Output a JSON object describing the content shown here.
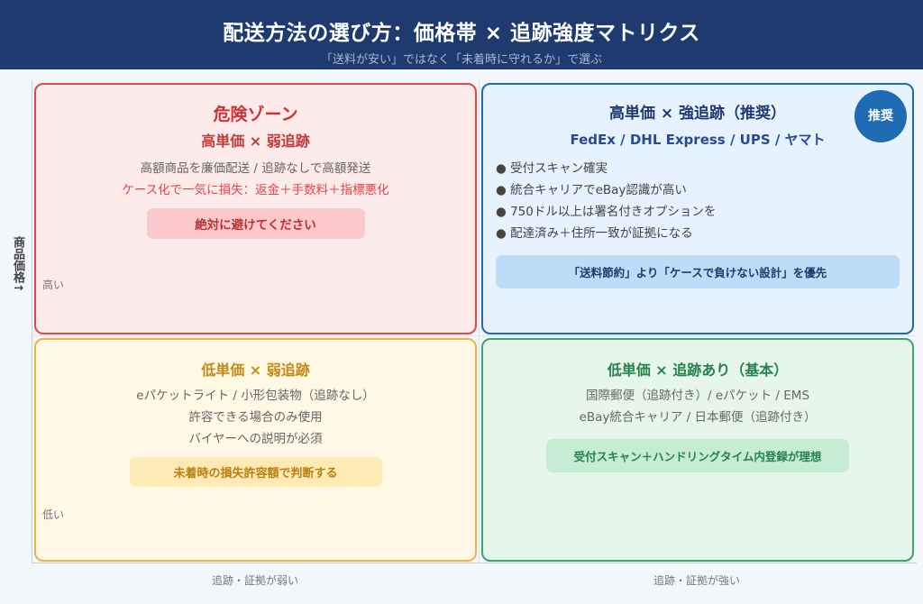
{
  "header": {
    "title": "配送方法の選び方：価格帯 × 追跡強度マトリクス",
    "subtitle": "「送料が安い」ではなく「未着時に守れるか」で選ぶ"
  },
  "axes": {
    "y_label": "商品価格↑",
    "high": "高い",
    "low": "低い",
    "x_weak": "追跡・証拠が弱い",
    "x_strong": "追跡・証拠が強い"
  },
  "quadrants": {
    "danger": {
      "title": "危険ゾーン",
      "subtitle": "高単価 × 弱追跡",
      "desc": "高額商品を廉価配送 / 追跡なしで高額発送",
      "warning": "ケース化で一気に損失：返金＋手数料＋指標悪化",
      "callout": "絶対に避けてください"
    },
    "recommended": {
      "title": "高単価 × 強追跡（推奨）",
      "carriers": "FedEx / DHL Express / UPS / ヤマト",
      "badge": "推奨",
      "bullets": [
        "● 受付スキャン確実",
        "● 統合キャリアでeBay認識が高い",
        "● 750ドル以上は署名付きオプションを",
        "● 配達済み＋住所一致が証拠になる"
      ],
      "callout": "「送料節約」より「ケースで負けない設計」を優先"
    },
    "low_weak": {
      "title": "低単価 × 弱追跡",
      "lines": [
        "eパケットライト / 小形包装物（追跡なし）",
        "許容できる場合のみ使用",
        "バイヤーへの説明が必須"
      ],
      "callout": "未着時の損失許容額で判断する"
    },
    "low_tracked": {
      "title": "低単価 × 追跡あり（基本）",
      "lines": [
        "国際郵便（追跡付き）/ eパケット / EMS",
        "eBay統合キャリア / 日本郵便（追跡付き）"
      ],
      "callout": "受付スキャン＋ハンドリングタイム内登録が理想"
    }
  },
  "colors": {
    "header": "#1f3a6e",
    "danger": "#e04848",
    "recommended": "#1e6ab3",
    "low_weak": "#e8b648",
    "low_tracked": "#3aa765"
  }
}
